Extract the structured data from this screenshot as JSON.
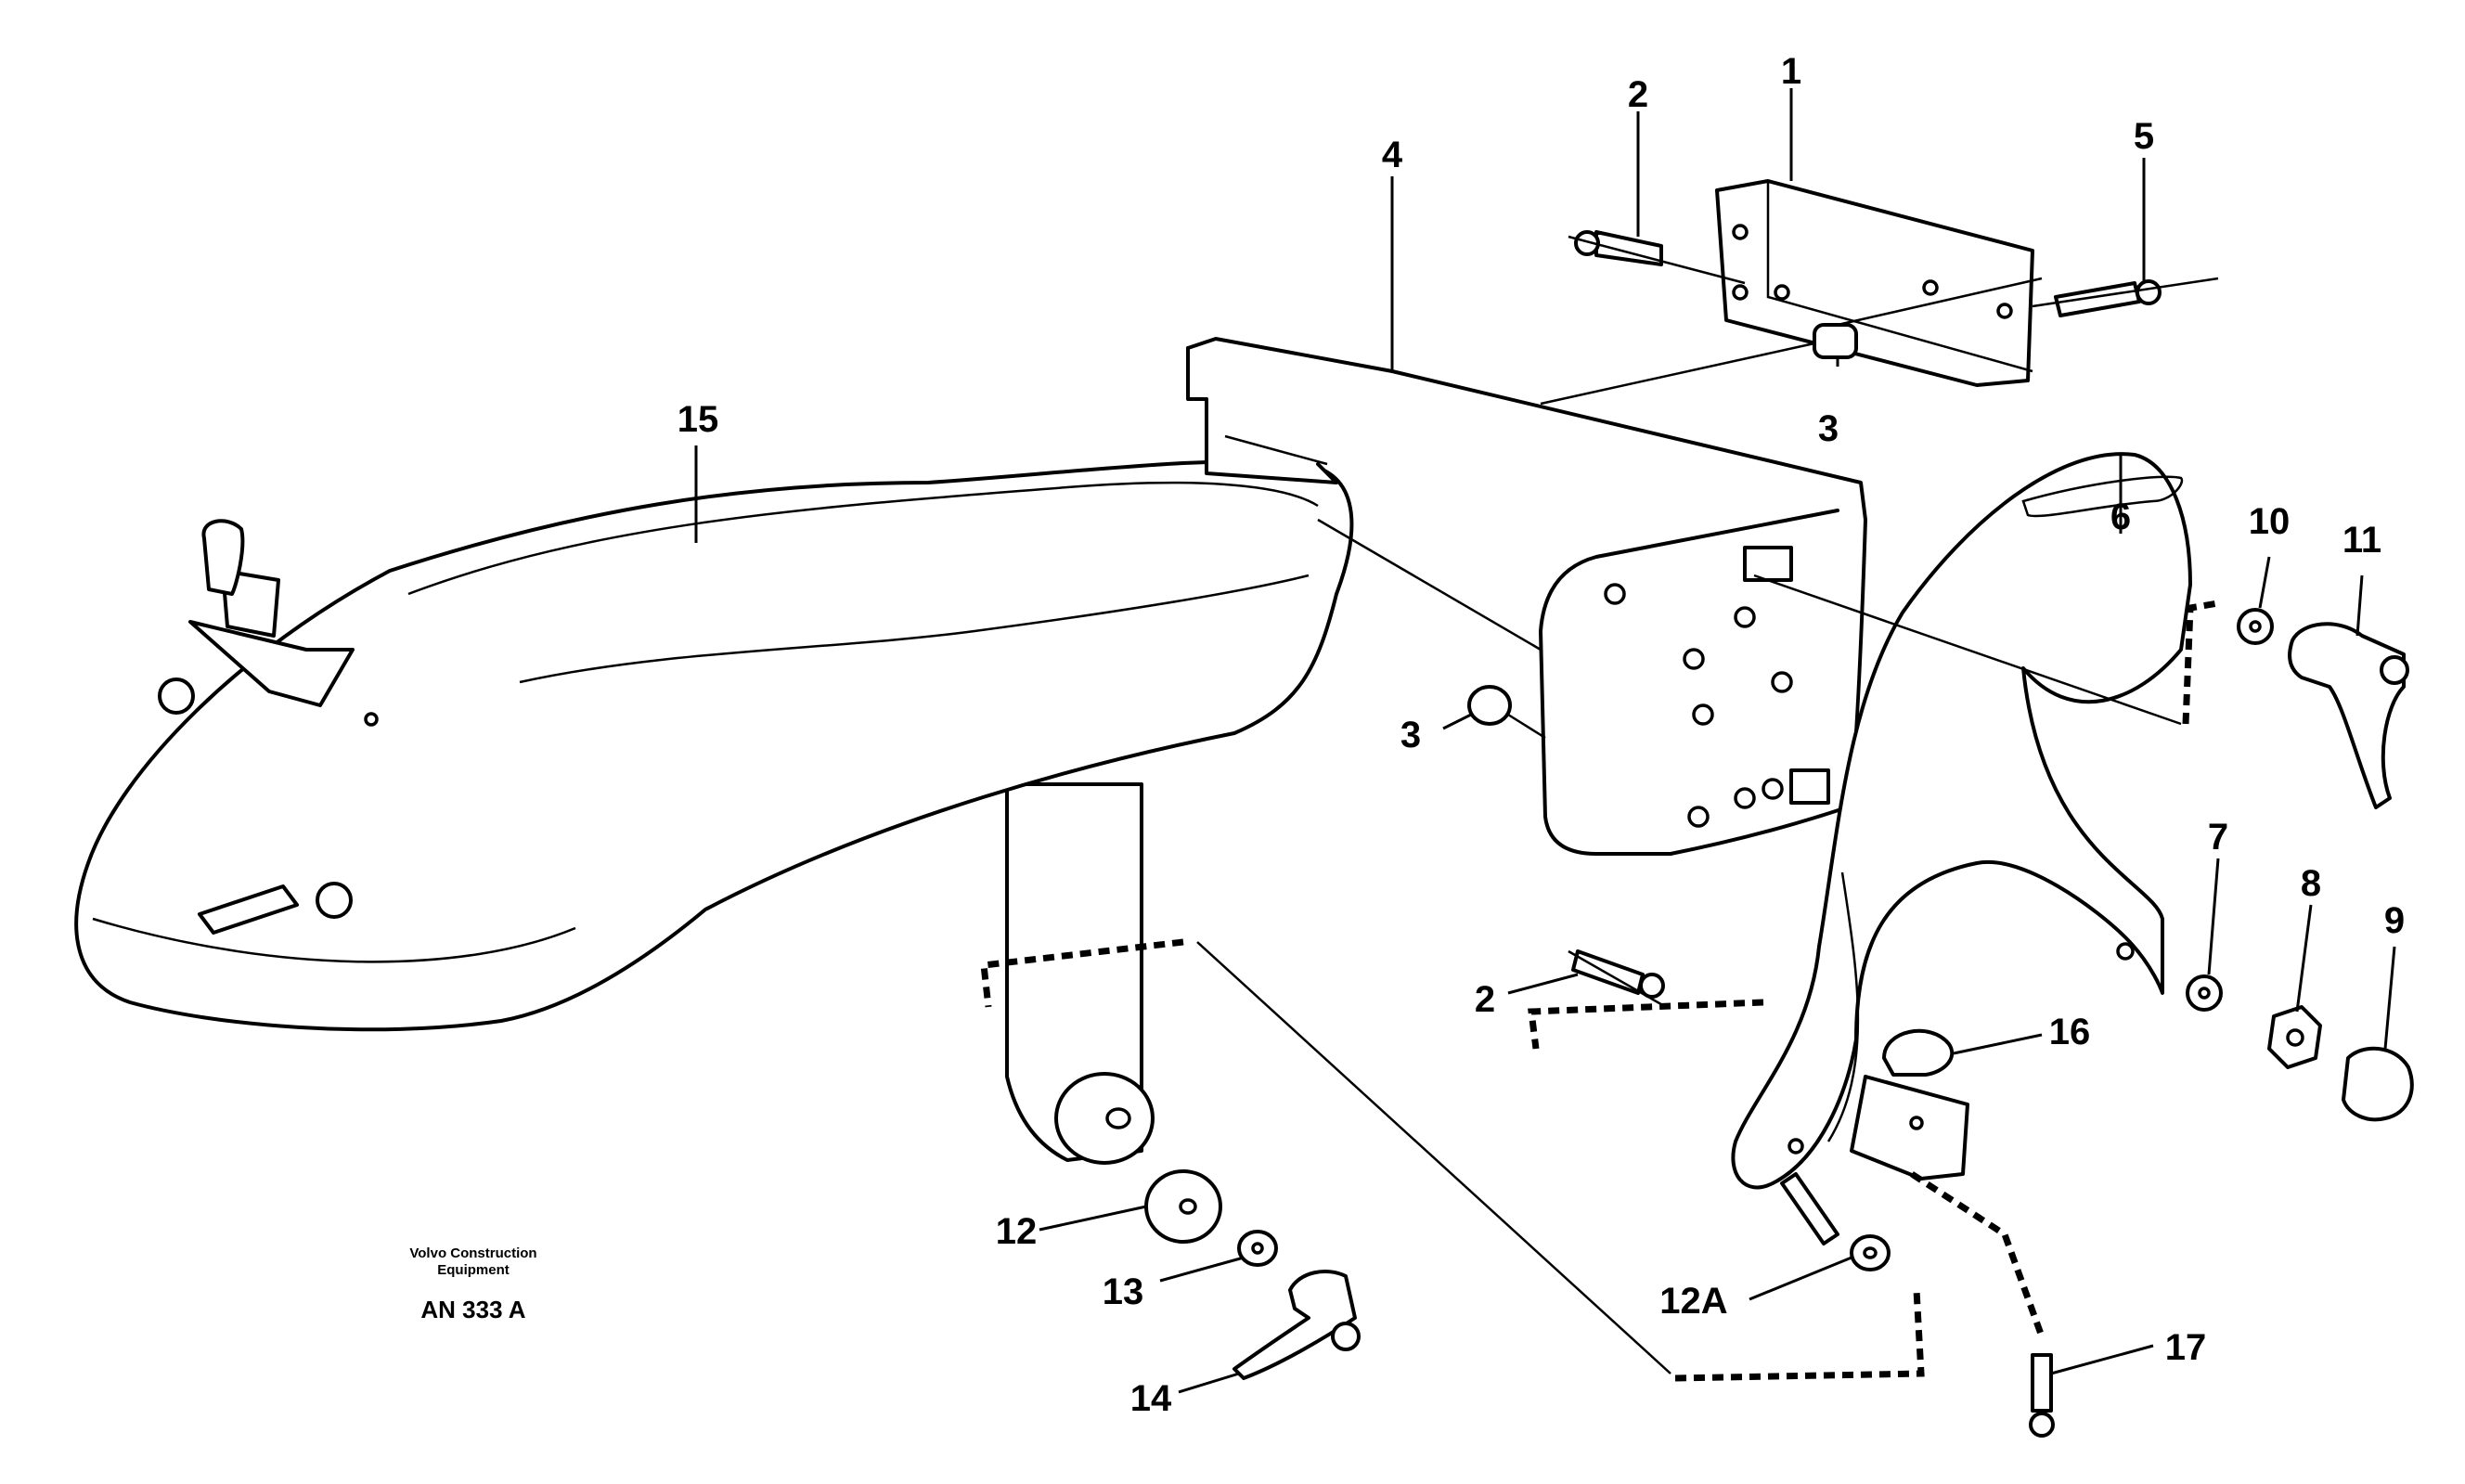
{
  "callouts": {
    "c1": "1",
    "c2a": "2",
    "c2b": "2",
    "c3a": "3",
    "c3b": "3",
    "c4": "4",
    "c5": "5",
    "c6": "6",
    "c7": "7",
    "c8": "8",
    "c9": "9",
    "c10": "10",
    "c11": "11",
    "c12": "12",
    "c12a": "12A",
    "c13": "13",
    "c14": "14",
    "c15": "15",
    "c16": "16",
    "c17": "17"
  },
  "caption": {
    "line1": "Volvo Construction",
    "line2": "Equipment",
    "code": "AN 333 A"
  }
}
